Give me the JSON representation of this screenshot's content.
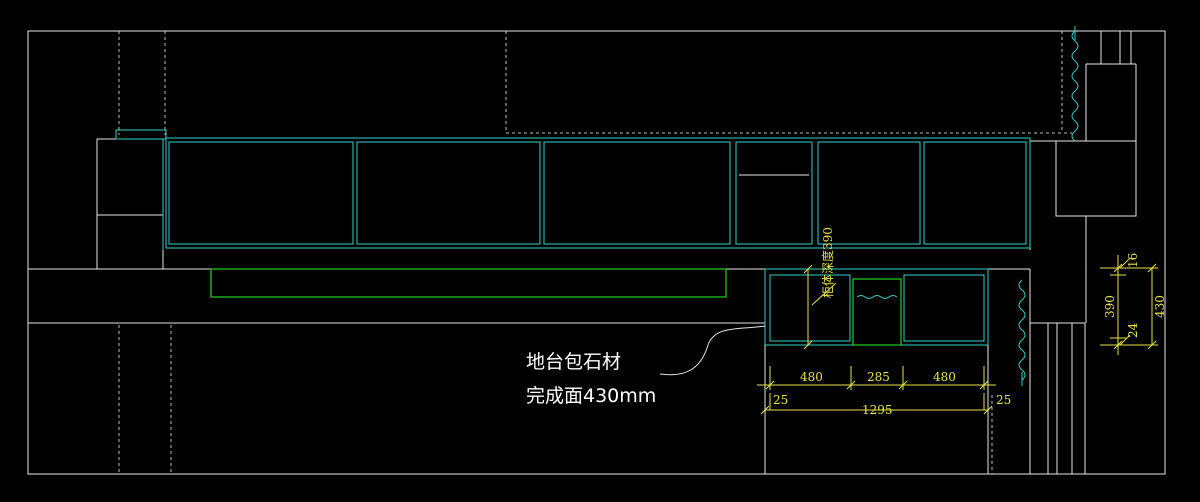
{
  "note": {
    "line1": "地台包石材",
    "line2": "完成面430mm"
  },
  "annotations": {
    "depth_label": "柜体深度390"
  },
  "dimensions": {
    "bottom": [
      "480",
      "285",
      "480"
    ],
    "offset_left": "25",
    "offset_right": "25",
    "total": "1295",
    "right_small": "16",
    "right_mid": "390",
    "right_total": "430",
    "right_low": "24"
  },
  "colors": {
    "background": "#000000",
    "outline": "#e6e6e6",
    "cabinet": "#2fd0c8",
    "highlight": "#22d022",
    "dimension": "#e8e14a",
    "cut_line": "#e02020"
  }
}
